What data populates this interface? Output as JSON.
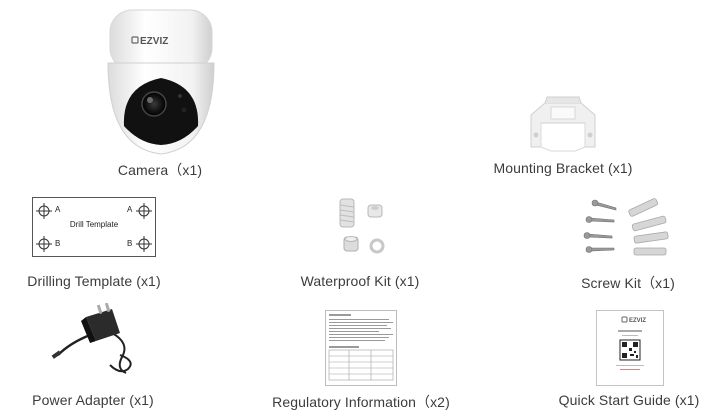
{
  "items": [
    {
      "id": "camera",
      "label": "Camera（x1)",
      "icon": "ptz-camera-image",
      "logo": "EZVIZ"
    },
    {
      "id": "bracket",
      "label": "Mounting Bracket (x1)",
      "icon": "mounting-bracket-image"
    },
    {
      "id": "template",
      "label": "Drilling Template (x1)",
      "icon": "drilling-template-image",
      "template_text": "Drill Template",
      "corner_a_left": "A",
      "corner_a_right": "A",
      "corner_b_left": "B",
      "corner_b_right": "B"
    },
    {
      "id": "waterproof",
      "label": "Waterproof Kit (x1)",
      "icon": "waterproof-kit-image"
    },
    {
      "id": "screws",
      "label": "Screw Kit（x1)",
      "icon": "screw-kit-image"
    },
    {
      "id": "adapter",
      "label": "Power Adapter (x1)",
      "icon": "power-adapter-image"
    },
    {
      "id": "regulatory",
      "label": "Regulatory Information（x2)",
      "icon": "regulatory-document-image"
    },
    {
      "id": "quickstart",
      "label": "Quick Start Guide (x1)",
      "icon": "quick-start-guide-image",
      "logo": "EZVIZ"
    }
  ]
}
